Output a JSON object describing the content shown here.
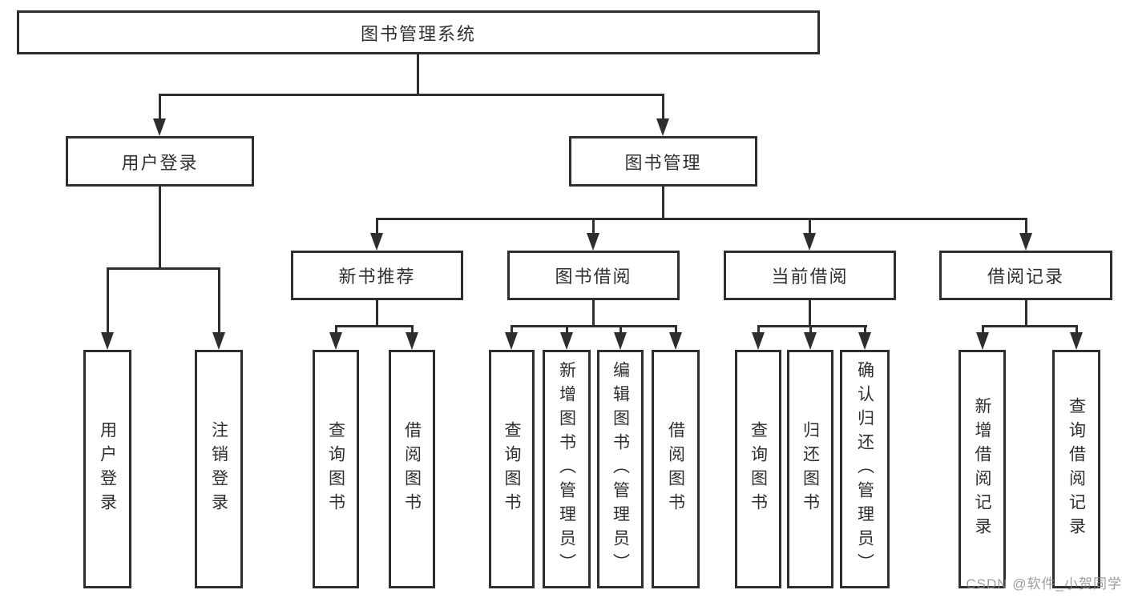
{
  "diagram": {
    "title": "图书管理系统",
    "watermark": "CSDN @软件_小贺同学",
    "colors": {
      "line": "#2e2e2e",
      "text": "#2f2f2f",
      "background": "#ffffff",
      "watermark": "#8c8c94"
    },
    "root": {
      "label": "图书管理系统",
      "children": [
        {
          "label": "用户登录",
          "children": [
            {
              "label": "用户登录"
            },
            {
              "label": "注销登录"
            }
          ]
        },
        {
          "label": "图书管理",
          "children": [
            {
              "label": "新书推荐",
              "children": [
                {
                  "label": "查询图书"
                },
                {
                  "label": "借阅图书"
                }
              ]
            },
            {
              "label": "图书借阅",
              "children": [
                {
                  "label": "查询图书"
                },
                {
                  "label": "新增图书（管理员）"
                },
                {
                  "label": "编辑图书（管理员）"
                },
                {
                  "label": "借阅图书"
                }
              ]
            },
            {
              "label": "当前借阅",
              "children": [
                {
                  "label": "查询图书"
                },
                {
                  "label": "归还图书"
                },
                {
                  "label": "确认归还（管理员）"
                }
              ]
            },
            {
              "label": "借阅记录",
              "children": [
                {
                  "label": "新增借阅记录"
                },
                {
                  "label": "查询借阅记录"
                }
              ]
            }
          ]
        }
      ]
    }
  }
}
